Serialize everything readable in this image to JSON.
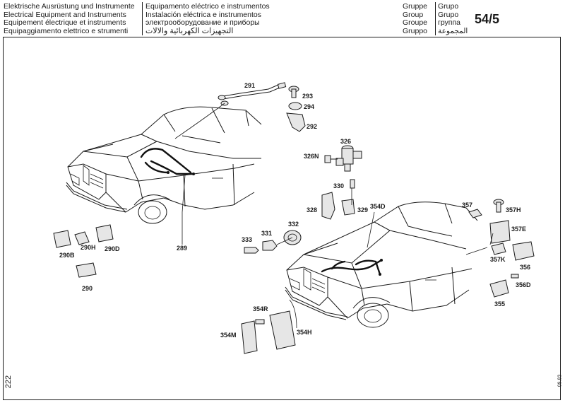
{
  "header": {
    "titles_left": [
      "Elektrische Ausrüstung und Instrumente",
      "Electrical Equipment and Instruments",
      "Equipement électrique et instruments",
      "Equipaggiamento elettrico e strumenti"
    ],
    "titles_right": [
      "Equipamento eléctrico e instrumentos",
      "Instalación eléctrica e instrumentos",
      "электрооборудование и приборы",
      "التجهيزات الكهربائية والالات"
    ],
    "group_label_left": [
      "Gruppe",
      "Group",
      "Groupe",
      "Gruppo"
    ],
    "group_label_right": [
      "Grupo",
      "Grupo",
      "группа",
      "المجموعة"
    ],
    "group_number": "54/5"
  },
  "footer": {
    "page_number": "222",
    "date_code": "09.83"
  },
  "diagram": {
    "part_labels": {
      "p291": "291",
      "p293": "293",
      "p294": "294",
      "p292": "292",
      "p326": "326",
      "p326n": "326N",
      "p330": "330",
      "p328": "328",
      "p329": "329",
      "p354d": "354D",
      "p357": "357",
      "p357h": "357H",
      "p357e": "357E",
      "p357k": "357K",
      "p356": "356",
      "p356d": "356D",
      "p355": "355",
      "p333": "333",
      "p331": "331",
      "p332": "332",
      "p290b": "290B",
      "p290h": "290H",
      "p290d": "290D",
      "p290": "290",
      "p289": "289",
      "p354r": "354R",
      "p354m": "354M",
      "p354h": "354H"
    }
  }
}
